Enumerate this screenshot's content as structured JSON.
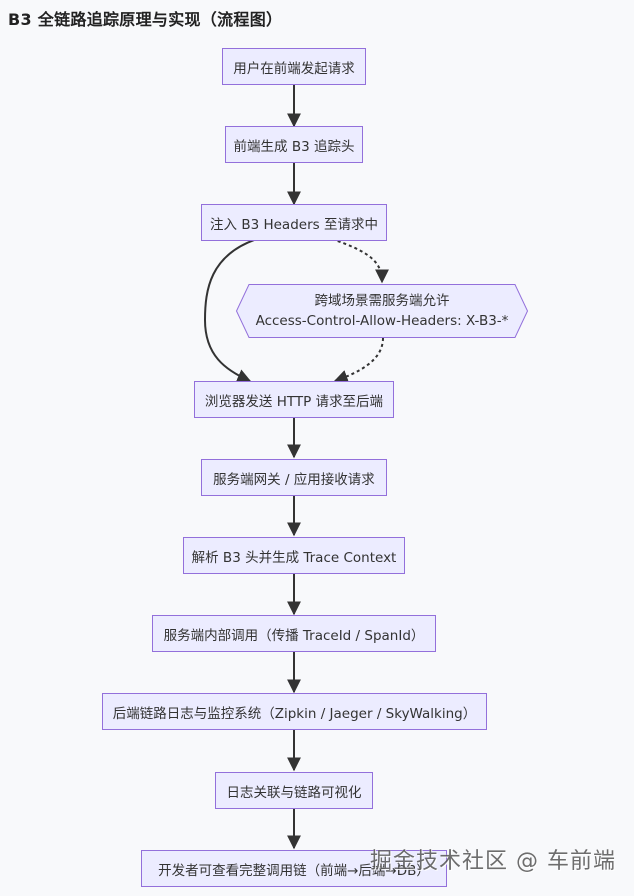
{
  "title": "B3 全链路追踪原理与实现（流程图）",
  "nodes": [
    {
      "id": "user-request",
      "label": "用户在前端发起请求"
    },
    {
      "id": "generate-header",
      "label": "前端生成 B3 追踪头"
    },
    {
      "id": "inject-headers",
      "label": "注入 B3 Headers 至请求中"
    },
    {
      "id": "cors-condition",
      "line1": "跨域场景需服务端允许",
      "line2": "Access-Control-Allow-Headers: X-B3-*"
    },
    {
      "id": "browser-send",
      "label": "浏览器发送 HTTP 请求至后端"
    },
    {
      "id": "gateway-receive",
      "label": "服务端网关 / 应用接收请求"
    },
    {
      "id": "parse-b3",
      "label": "解析 B3 头并生成 Trace Context"
    },
    {
      "id": "internal-call",
      "label": "服务端内部调用（传播 TraceId / SpanId）"
    },
    {
      "id": "backend-log",
      "label": "后端链路日志与监控系统（Zipkin / Jaeger / SkyWalking）"
    },
    {
      "id": "log-visualize",
      "label": "日志关联与链路可视化"
    },
    {
      "id": "developer-view",
      "label": "开发者可查看完整调用链（前端→后端→DB）"
    }
  ],
  "edges": [
    {
      "from": "user-request",
      "to": "generate-header",
      "style": "solid"
    },
    {
      "from": "generate-header",
      "to": "inject-headers",
      "style": "solid"
    },
    {
      "from": "inject-headers",
      "to": "browser-send",
      "style": "solid"
    },
    {
      "from": "inject-headers",
      "to": "cors-condition",
      "style": "dotted"
    },
    {
      "from": "cors-condition",
      "to": "browser-send",
      "style": "dotted"
    },
    {
      "from": "browser-send",
      "to": "gateway-receive",
      "style": "solid"
    },
    {
      "from": "gateway-receive",
      "to": "parse-b3",
      "style": "solid"
    },
    {
      "from": "parse-b3",
      "to": "internal-call",
      "style": "solid"
    },
    {
      "from": "internal-call",
      "to": "backend-log",
      "style": "solid"
    },
    {
      "from": "backend-log",
      "to": "log-visualize",
      "style": "solid"
    },
    {
      "from": "log-visualize",
      "to": "developer-view",
      "style": "solid"
    }
  ],
  "colors": {
    "node_fill": "#ececff",
    "node_border": "#9370db",
    "edge": "#333333",
    "background": "#f8f9fb"
  },
  "watermark": "掘金技术社区 @ 车前端"
}
